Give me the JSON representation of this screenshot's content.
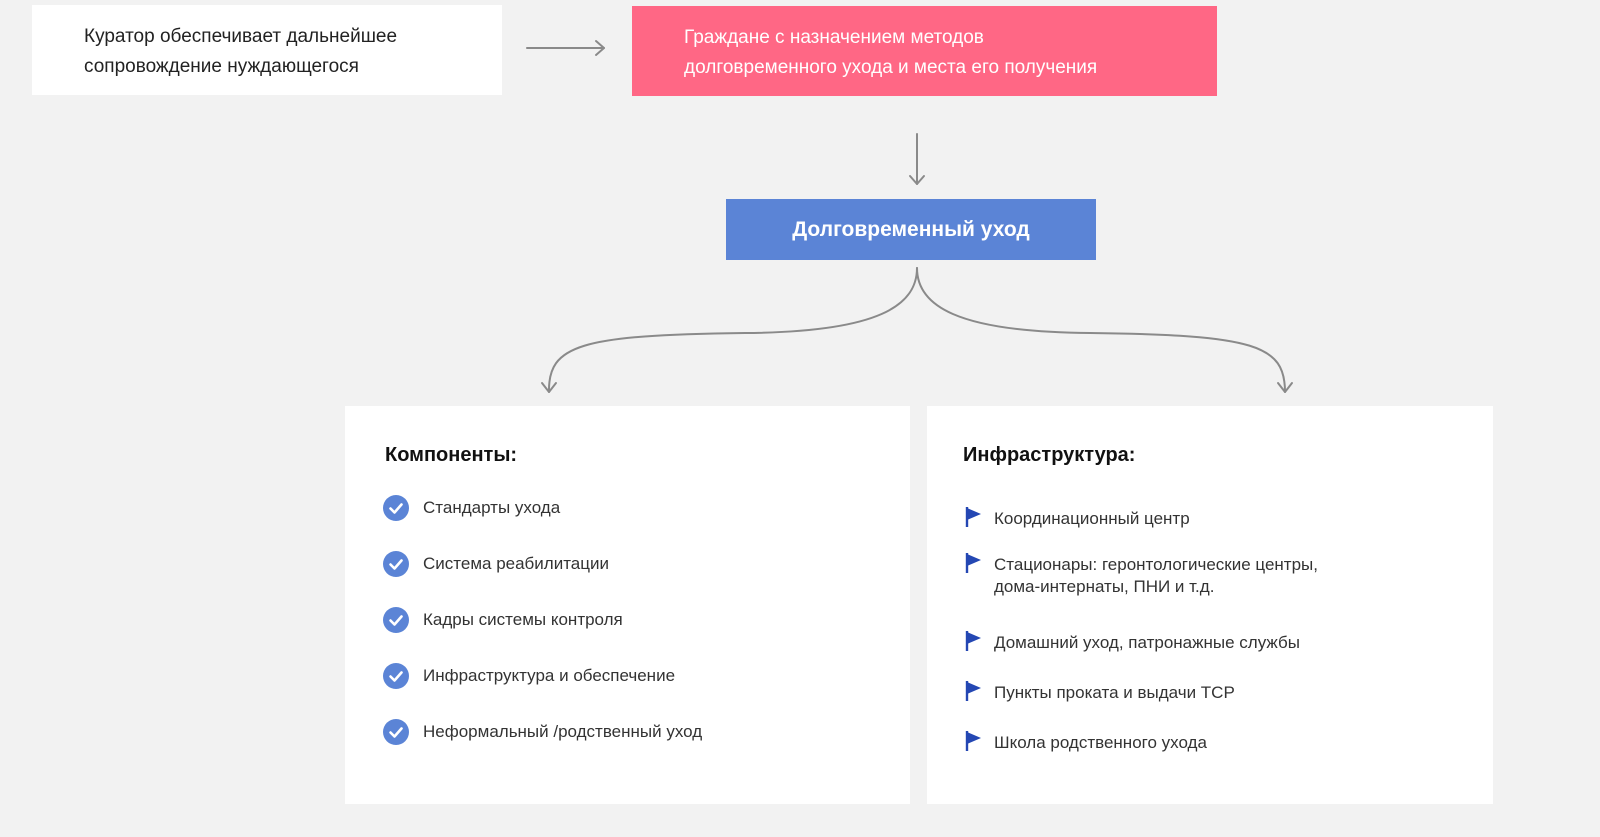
{
  "curator": {
    "text_line1": "Куратор обеспечивает дальнейшее",
    "text_line2": "сопровождение нуждающегося"
  },
  "citizens": {
    "text_line1": "Граждане с назначением методов",
    "text_line2": "долговременного ухода и места его получения"
  },
  "ltc": {
    "label": "Долговременный уход"
  },
  "components": {
    "title": "Компоненты:",
    "items": [
      "Стандарты ухода",
      "Система реабилитации",
      "Кадры системы контроля",
      "Инфраструктура и обеспечение",
      "Неформальный /родственный уход"
    ]
  },
  "infrastructure": {
    "title": "Инфраструктура:",
    "items": [
      "Координационный центр",
      "Стационары: геронтологические центры,\nдома-интернаты, ПНИ и т.д.",
      "Домашний уход, патронажные службы",
      "Пункты проката и выдачи ТСР",
      "Школа родственного ухода"
    ]
  },
  "colors": {
    "background": "#f2f2f2",
    "pink": "#ff6785",
    "blue": "#5b84d6",
    "flag": "#2447b3",
    "arrow": "#8a8a8a"
  },
  "icons": {
    "component_bullet": "check-circle-icon",
    "infrastructure_bullet": "flag-icon"
  }
}
